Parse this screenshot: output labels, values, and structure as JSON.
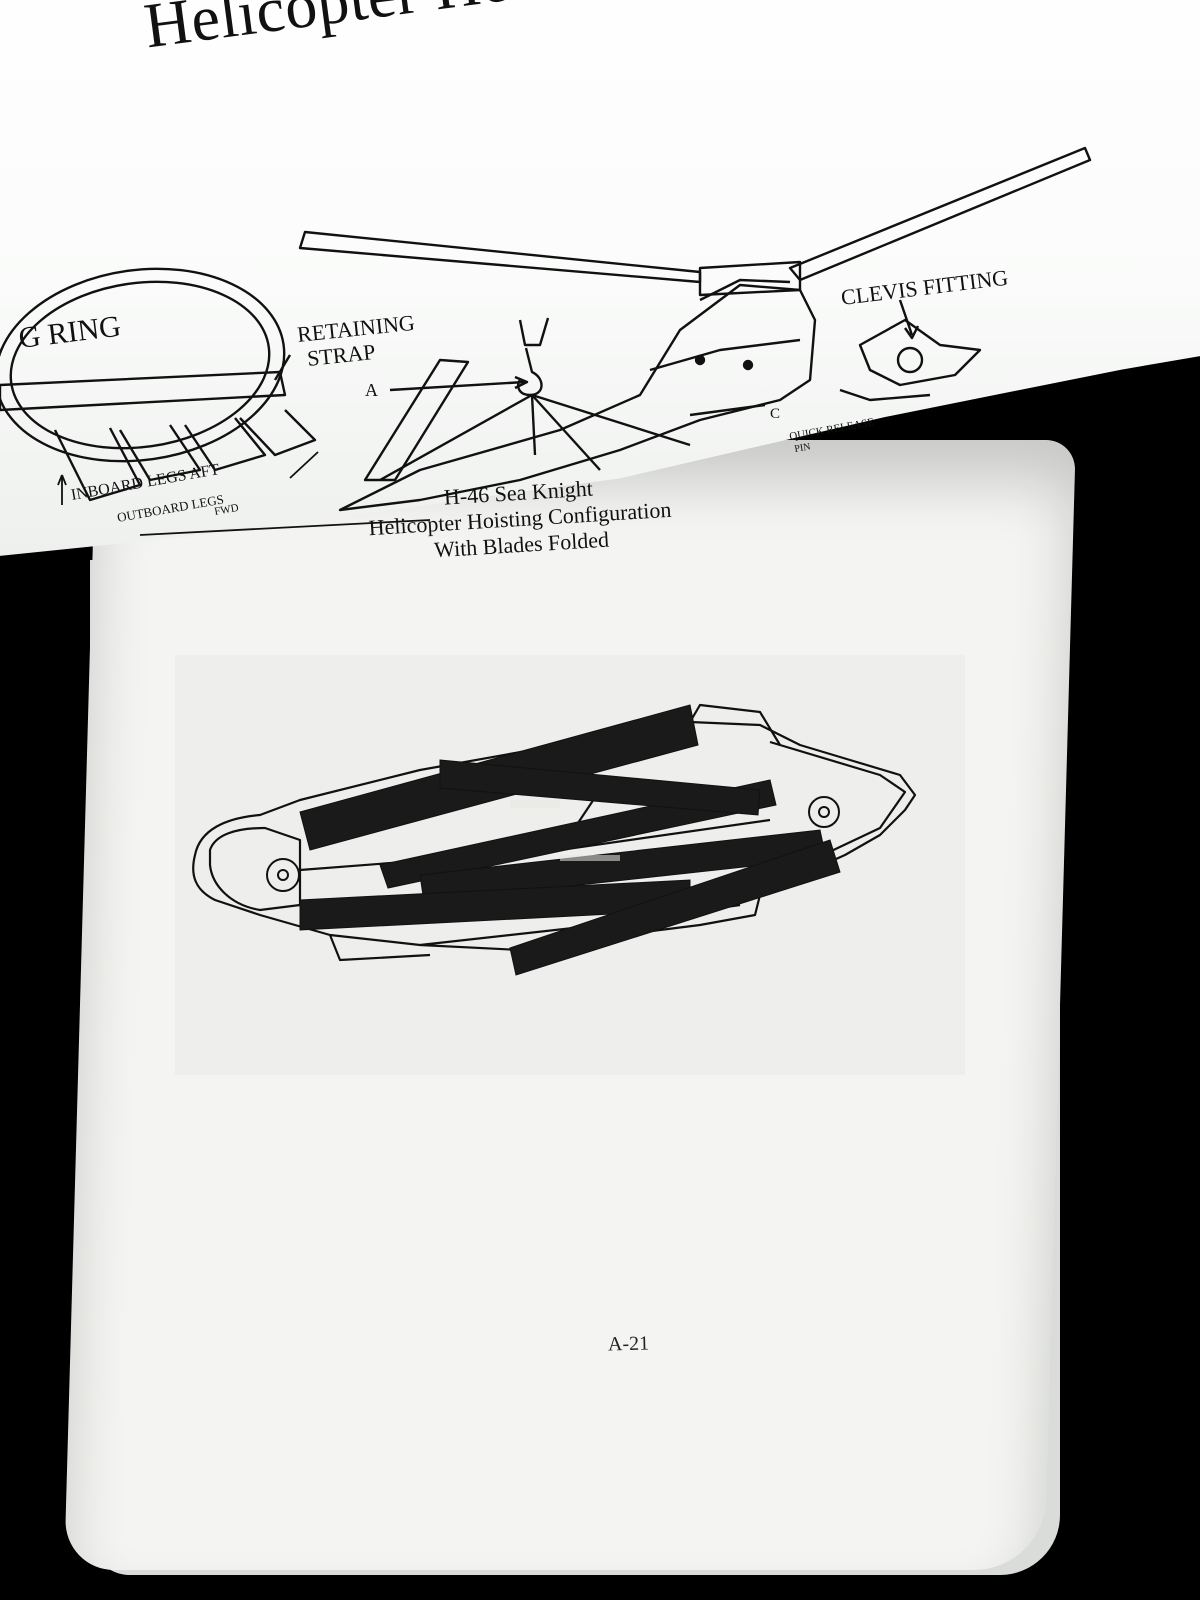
{
  "document": {
    "top_page": {
      "title": "Helicopter Hoisting Sling",
      "labels": {
        "ring": "G RING",
        "retaining_strap": "RETAINING\nSTRAP",
        "retaining_strap_line1": "RETAINING",
        "retaining_strap_line2": "STRAP",
        "a": "A",
        "c": "C",
        "clevis_fitting": "CLEVIS FITTING",
        "quick_release": "QUICK RELEASE",
        "pin": "PIN",
        "inboard_legs": "INBOARD LEGS AFT",
        "outboard_legs": "OUTBOARD LEGS",
        "fwd": "FWD"
      }
    },
    "bottom_page": {
      "caption_line1": "H-46 Sea Knight",
      "caption_line2": "Helicopter Hoisting Configuration",
      "caption_line3": "With Blades Folded",
      "page_number": "A-21"
    }
  },
  "colors": {
    "background": "#000000",
    "paper": "#f4f5f2",
    "ink": "#111111",
    "blade_fill": "#1a1a1a"
  }
}
